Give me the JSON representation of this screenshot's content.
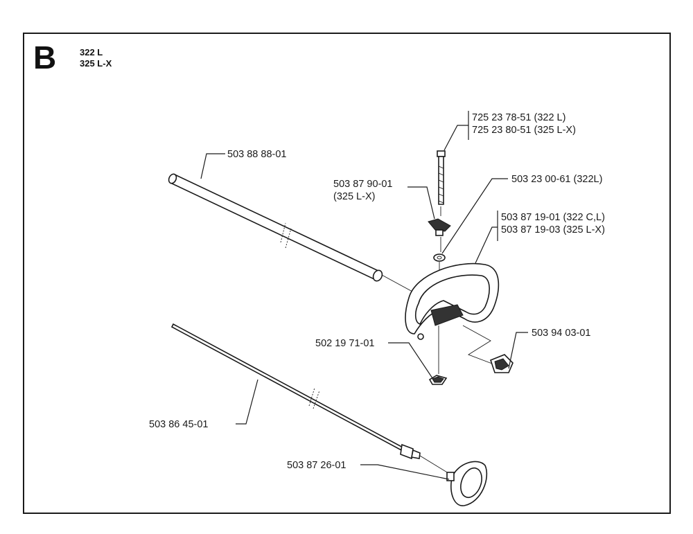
{
  "section_letter": "B",
  "models": [
    "322 L",
    "325 L-X"
  ],
  "parts": {
    "bolt": [
      "725 23 78-51 (322 L)",
      "725 23 80-51 (325 L-X)"
    ],
    "tube": "503 88 88-01",
    "knob": [
      "503 87 90-01",
      "(325 L-X)"
    ],
    "washer": "503 23 00-61 (322L)",
    "handle": [
      "503 87 19-01 (322 C,L)",
      "503 87 19-03 (325 L-X)"
    ],
    "clip": "503 94 03-01",
    "nut": "502 19 71-01",
    "shaft": "503 86 45-01",
    "drum": "503 87 26-01"
  }
}
